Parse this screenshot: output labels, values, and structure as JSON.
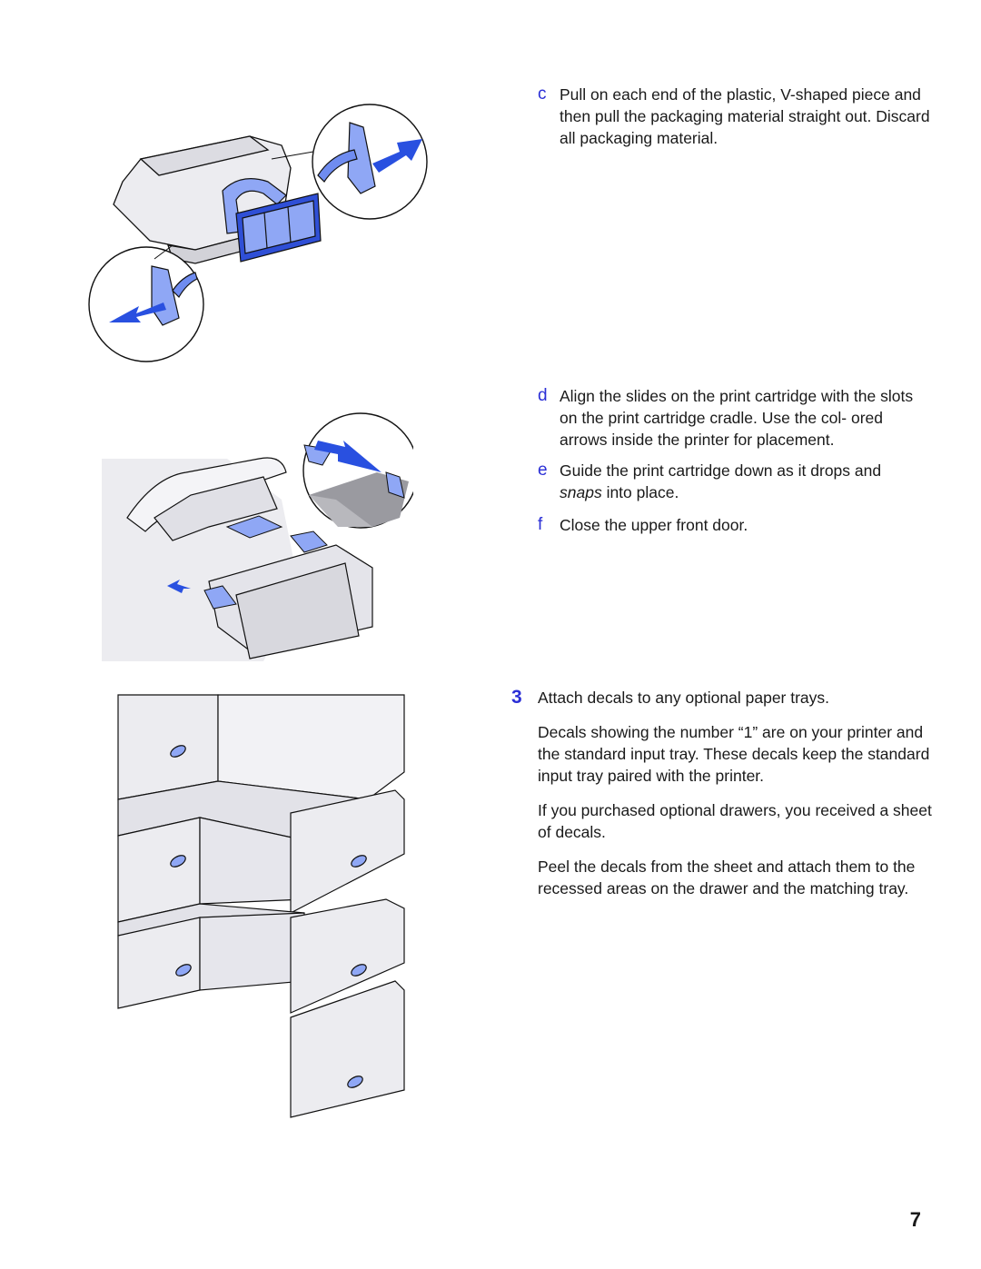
{
  "steps": {
    "c": {
      "letter": "c",
      "text": "Pull on each end of the plastic, V-shaped piece and then pull the packaging material straight out. Discard all packaging material."
    },
    "d": {
      "letter": "d",
      "text": "Align the slides on the print cartridge with the slots on the print cartridge cradle. Use the col- ored arrows inside the printer for placement."
    },
    "e": {
      "letter": "e",
      "text_italic": "snaps",
      "text_before": "Guide the print cartridge down as it drops and ",
      "text_after": " into place."
    },
    "f": {
      "letter": "f",
      "text": "Close the upper front door."
    }
  },
  "section3": {
    "number": "3",
    "heading": "Attach decals to any optional paper trays.",
    "paragraphs": [
      "Decals showing the number “1” are on your printer and the standard input tray. These decals keep the standard input tray paired with the printer.",
      "If you purchased optional drawers, you received a sheet of decals.",
      "Peel the decals from the sheet and attach them to the recessed areas on the drawer and the matching tray."
    ]
  },
  "page_number": "7",
  "colors": {
    "accent_blue": "#2b2fd6",
    "illustration_blue": "#8fa7f5",
    "arrow_blue": "#2950e0",
    "printer_gray": "#ececf0"
  }
}
